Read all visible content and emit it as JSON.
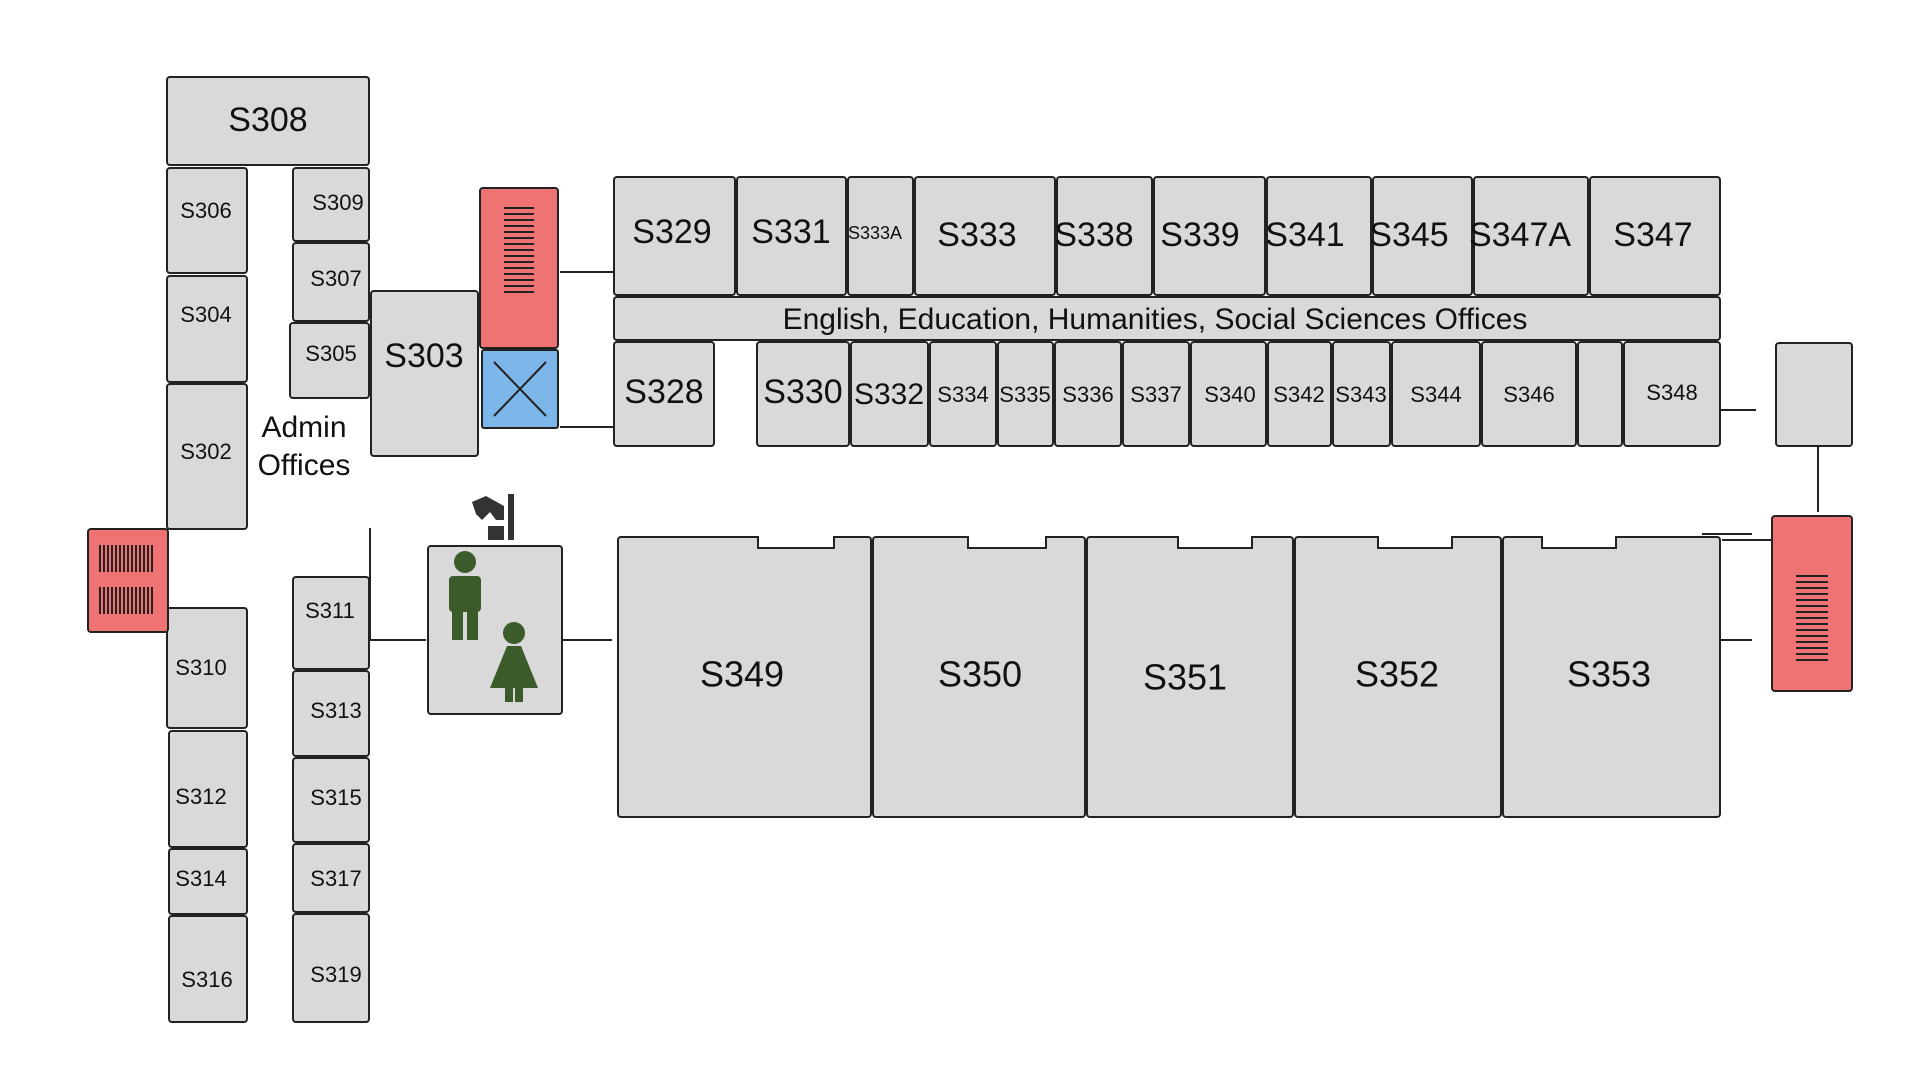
{
  "colors": {
    "room_fill": "#d9d9d9",
    "stair_fill": "#ef7373",
    "elevator_fill": "#7db7ea",
    "restroom_icon": "#3b5b2b",
    "fountain_icon": "#333333",
    "outline": "#222222"
  },
  "areas": {
    "admin_label_line1": "Admin",
    "admin_label_line2": "Offices",
    "offices_label": "English, Education, Humanities, Social Sciences Offices"
  },
  "rooms": {
    "s308": "S308",
    "s306": "S306",
    "s309": "S309",
    "s307": "S307",
    "s304": "S304",
    "s305": "S305",
    "s303": "S303",
    "s302": "S302",
    "s310": "S310",
    "s311": "S311",
    "s313": "S313",
    "s312": "S312",
    "s315": "S315",
    "s314": "S314",
    "s317": "S317",
    "s316": "S316",
    "s319": "S319",
    "s329": "S329",
    "s331": "S331",
    "s333a": "S333A",
    "s333": "S333",
    "s338": "S338",
    "s339": "S339",
    "s341": "S341",
    "s345": "S345",
    "s347a": "S347A",
    "s347": "S347",
    "s328": "S328",
    "s330": "S330",
    "s332": "S332",
    "s334": "S334",
    "s335": "S335",
    "s336": "S336",
    "s337": "S337",
    "s340": "S340",
    "s342": "S342",
    "s343": "S343",
    "s344": "S344",
    "s346": "S346",
    "s348": "S348",
    "s349": "S349",
    "s350": "S350",
    "s351": "S351",
    "s352": "S352",
    "s353": "S353"
  },
  "icons": {
    "stairs": "stairs-icon",
    "elevator": "elevator-icon",
    "mens_restroom": "mens-restroom-icon",
    "womens_restroom": "womens-restroom-icon",
    "water_fountain": "water-fountain-icon"
  }
}
